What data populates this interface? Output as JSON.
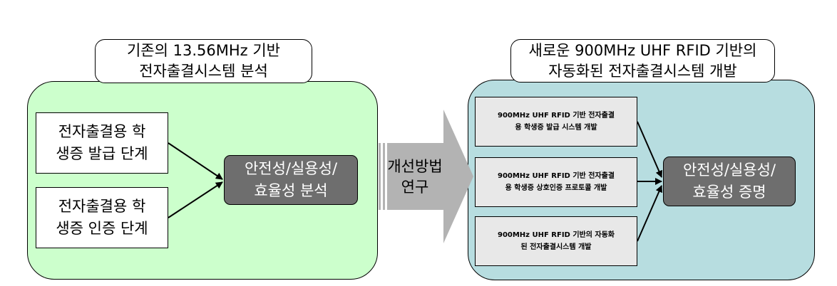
{
  "left": {
    "title": "기존의 13.56MHz 기반\n전자출결시스템 분석",
    "steps": [
      "전자출결용 학\n생증 발급 단계",
      "전자출결용 학\n생증 인증 단계"
    ],
    "result": "안전성/실용성/\n효율성 분석"
  },
  "arrow": {
    "label": "개선방법\n연구"
  },
  "right": {
    "title": "새로운 900MHz UHF RFID 기반의\n자동화된 전자출결시스템 개발",
    "tasks": [
      "900MHz UHF RFID 기반 전자출결\n용 학생증 발급 시스템 개발",
      "900MHz UHF RFID 기반 전자출결\n용 학생증 상호인증 프로토콜 개발",
      "900MHz UHF RFID 기반의 자동화\n된 전자출결시스템 개발"
    ],
    "result": "안전성/실용성/\n효율성 증명"
  },
  "colors": {
    "left_panel": "#ccffcc",
    "right_panel": "#b7dde0",
    "result_box": "#6e6e6e",
    "task_box": "#e8e8e8",
    "arrow": "#b3b3b3"
  }
}
